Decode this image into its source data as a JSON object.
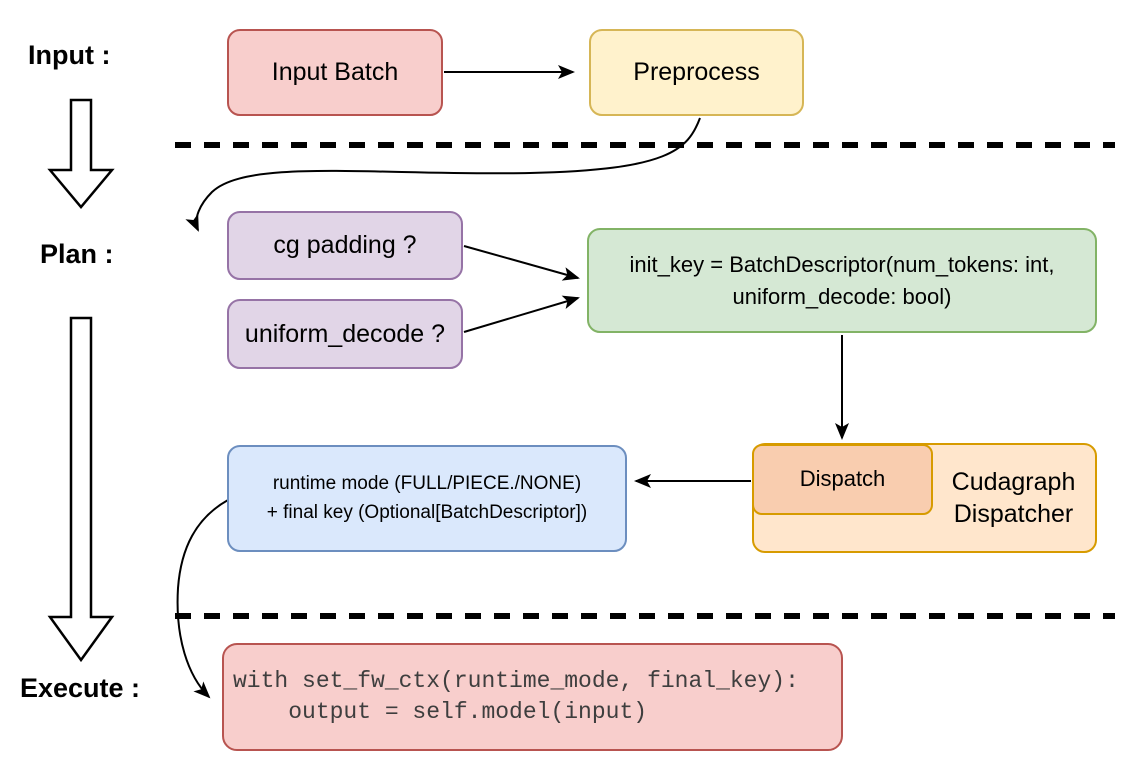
{
  "stage_labels": {
    "input": "Input :",
    "plan": "Plan :",
    "execute": "Execute :"
  },
  "nodes": {
    "input_batch": {
      "label": "Input Batch",
      "fill": "#f8cecc",
      "border": "#b85450"
    },
    "preprocess": {
      "label": "Preprocess",
      "fill": "#fff2cc",
      "border": "#d6b656"
    },
    "cg_padding": {
      "label": "cg padding ?",
      "fill": "#e1d5e7",
      "border": "#9673a6"
    },
    "uniform_decode": {
      "label": "uniform_decode ?",
      "fill": "#e1d5e7",
      "border": "#9673a6"
    },
    "init_key": {
      "line1": "init_key = BatchDescriptor(num_tokens: int,",
      "line2": "uniform_decode: bool)",
      "fill": "#d5e8d4",
      "border": "#82b366"
    },
    "dispatch": {
      "label": "Dispatch",
      "fill": "#f9cdaf",
      "border": "#d79b00"
    },
    "cudagraph_dispatcher": {
      "line1": "Cudagraph",
      "line2": "Dispatcher",
      "fill": "#ffe6cc",
      "border": "#d79b00"
    },
    "runtime_final_key": {
      "line1": "runtime mode (FULL/PIECE./NONE)",
      "line2": "+ final key (Optional[BatchDescriptor])",
      "fill": "#dae8fc",
      "border": "#6c8ebf"
    },
    "execute_code": {
      "line1": "with set_fw_ctx(runtime_mode, final_key):",
      "line2": "    output = self.model(input)",
      "fill": "#f8cecc",
      "border": "#b85450",
      "text_color": "#3e3e3e"
    }
  },
  "colors": {
    "arrow": "#000000",
    "background": "#ffffff"
  }
}
